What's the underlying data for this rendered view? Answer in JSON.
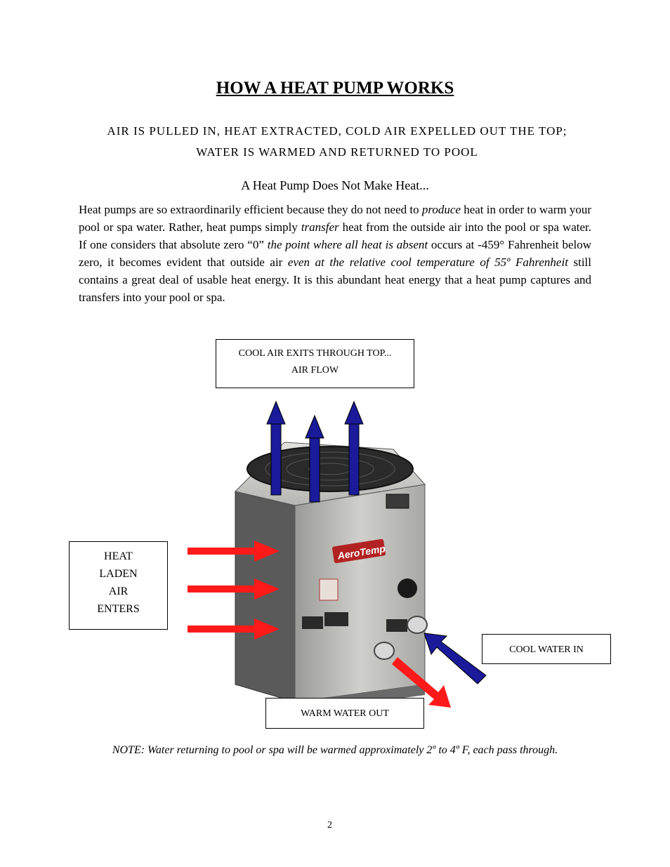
{
  "document": {
    "title": "HOW A HEAT PUMP WORKS",
    "subtitle": "AIR IS PULLED IN, HEAT EXTRACTED, COLD AIR EXPELLED OUT THE TOP; WATER IS WARMED AND RETURNED TO POOL",
    "section_heading": "A Heat Pump Does Not Make Heat...",
    "paragraph_1": "Heat pumps are so extraordinarily efficient because they do not need to ",
    "paragraph_1_em": "produce",
    "paragraph_2": " heat in order to warm your pool or spa water. Rather, heat pumps simply ",
    "paragraph_2_em": "transfer",
    "paragraph_3": " heat from the outside air into the pool or spa water. If one considers that absolute zero “0” ",
    "paragraph_3_em": "the point where all heat is absent",
    "paragraph_4": " occurs at -459° Fahrenheit below zero, it becomes evident that outside air ",
    "paragraph_4_em": "even at the relative cool temperature of 55º Fahrenheit",
    "paragraph_5": " still contains a great deal of usable heat energy. It is this abundant heat energy that a heat pump captures and transfers into your pool or spa.",
    "box_top_line1": "COOL AIR EXITS THROUGH TOP...",
    "box_top_line2": "AIR FLOW",
    "box_left_line1": "HEAT",
    "box_left_line2": "LADEN",
    "box_left_line3": "AIR",
    "box_left_line4": "ENTERS",
    "box_right": "COOL WATER IN",
    "box_bottom": "WARM WATER OUT",
    "brand": "AeroTemp",
    "note": "NOTE: Water returning to pool or spa will be warmed approximately 2º to 4º F, each pass through.",
    "page_number": "2"
  },
  "colors": {
    "hot_arrow": "#ff1a1a",
    "cool_arrow": "#1a1a9a",
    "unit_body": "#b8b8b4"
  }
}
